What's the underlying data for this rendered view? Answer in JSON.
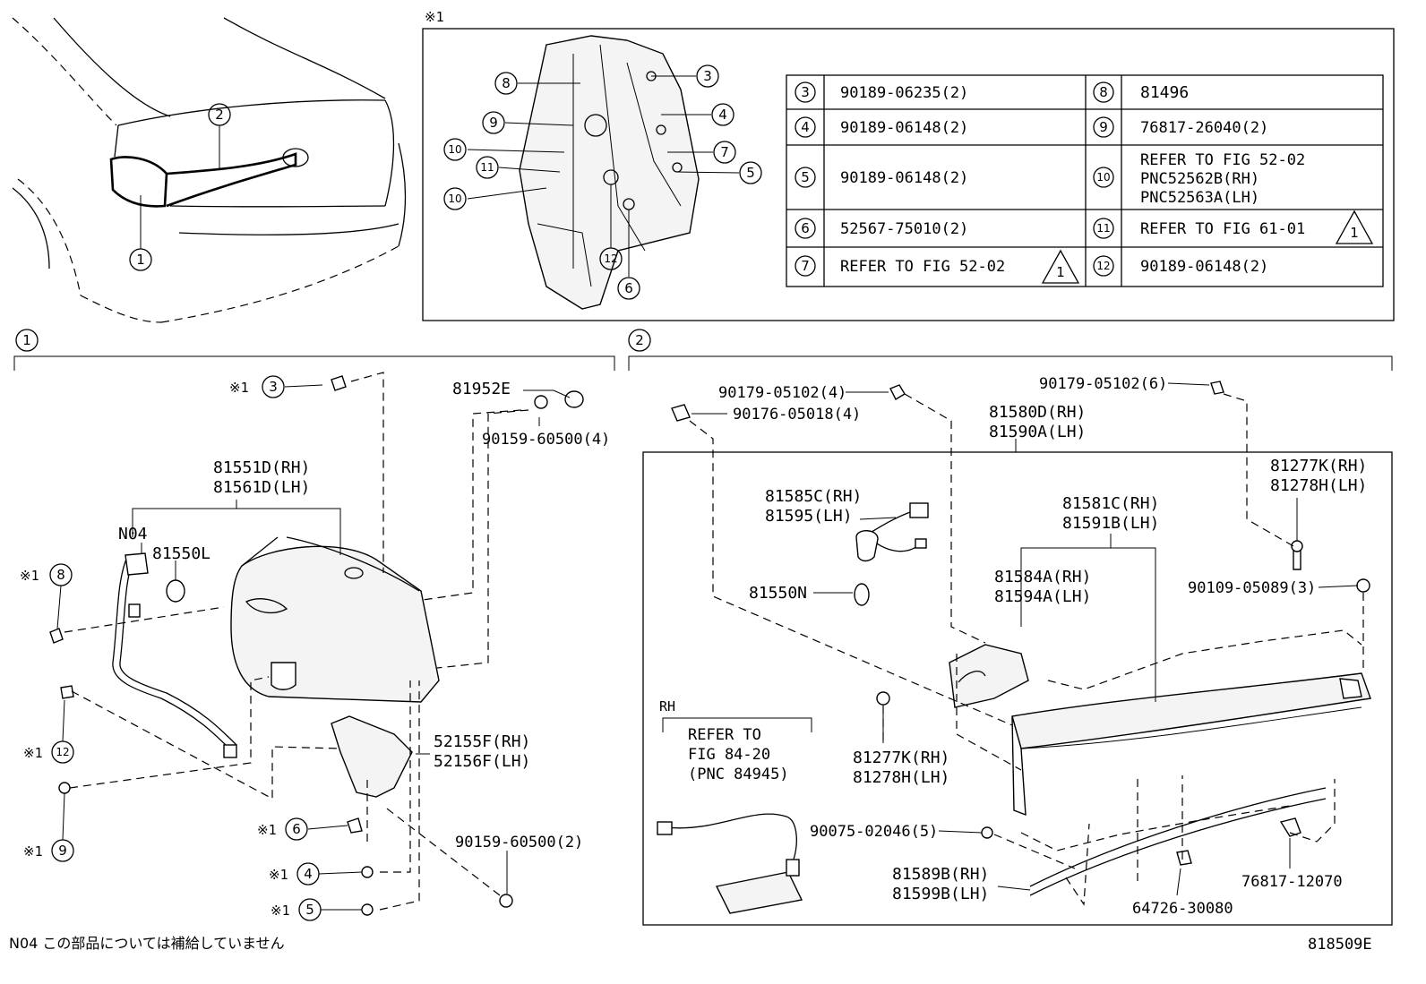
{
  "diagram_id": "818509E",
  "footnote": "N04 この部品については補給していません",
  "inset": {
    "marker": "※1",
    "table": [
      {
        "no": "3",
        "part": "90189-06235(2)",
        "no2": "8",
        "part2": "81496"
      },
      {
        "no": "4",
        "part": "90189-06148(2)",
        "no2": "9",
        "part2": "76817-26040(2)"
      },
      {
        "no": "5",
        "part": "90189-06148(2)",
        "no2": "10",
        "part2a": "REFER TO FIG 52-02",
        "part2b": "PNC52562B(RH)",
        "part2c": "PNC52563A(LH)"
      },
      {
        "no": "6",
        "part": "52567-75010(2)",
        "no2": "11",
        "part2": "REFER TO FIG 61-01",
        "warn2": "1"
      },
      {
        "no": "7",
        "part": "REFER TO FIG 52-02",
        "warn": "1",
        "no2": "12",
        "part2": "90189-06148(2)"
      }
    ]
  },
  "callouts": {
    "c1": "1",
    "c2": "2",
    "c3": "3",
    "c4": "4",
    "c5": "5",
    "c6": "6",
    "c7": "7",
    "c8": "8",
    "c9": "9",
    "c10": "10",
    "c11": "11",
    "c12": "12"
  },
  "section_left": {
    "marker": "1",
    "star": "※1",
    "parts": {
      "lamp_rh": "81551D(RH)",
      "lamp_lh": "81561D(LH)",
      "n04": "N04",
      "bulb": "81550L",
      "cap": "81952E",
      "screw_a": "90159-60500(4)",
      "bracket_rh": "52155F(RH)",
      "bracket_lh": "52156F(LH)",
      "screw_b": "90159-60500(2)"
    }
  },
  "section_right": {
    "marker": "2",
    "parts": {
      "nut_a": "90179-05102(4)",
      "nut_b": "90176-05018(4)",
      "nut_c": "90179-05102(6)",
      "lamp_rh": "81580D(RH)",
      "lamp_lh": "81590A(LH)",
      "socket_rh": "81585C(RH)",
      "socket_lh": "81595(LH)",
      "bulb": "81550N",
      "lens_rh": "81581C(RH)",
      "lens_lh": "81591B(LH)",
      "garn_rh": "81584A(RH)",
      "garn_lh": "81594A(LH)",
      "gask_rh": "81277K(RH)",
      "gask_lh": "81278H(LH)",
      "gask2_rh": "81277K(RH)",
      "gask2_lh": "81278H(LH)",
      "screw": "90109-05089(3)",
      "screw2": "90075-02046(5)",
      "cover_rh": "81589B(RH)",
      "cover_lh": "81599B(LH)",
      "clip": "64726-30080",
      "clip2": "76817-12070",
      "rh_box_title": "RH",
      "refer_1": "REFER TO",
      "refer_2": "FIG 84-20",
      "refer_3": "(PNC 84945)"
    }
  }
}
